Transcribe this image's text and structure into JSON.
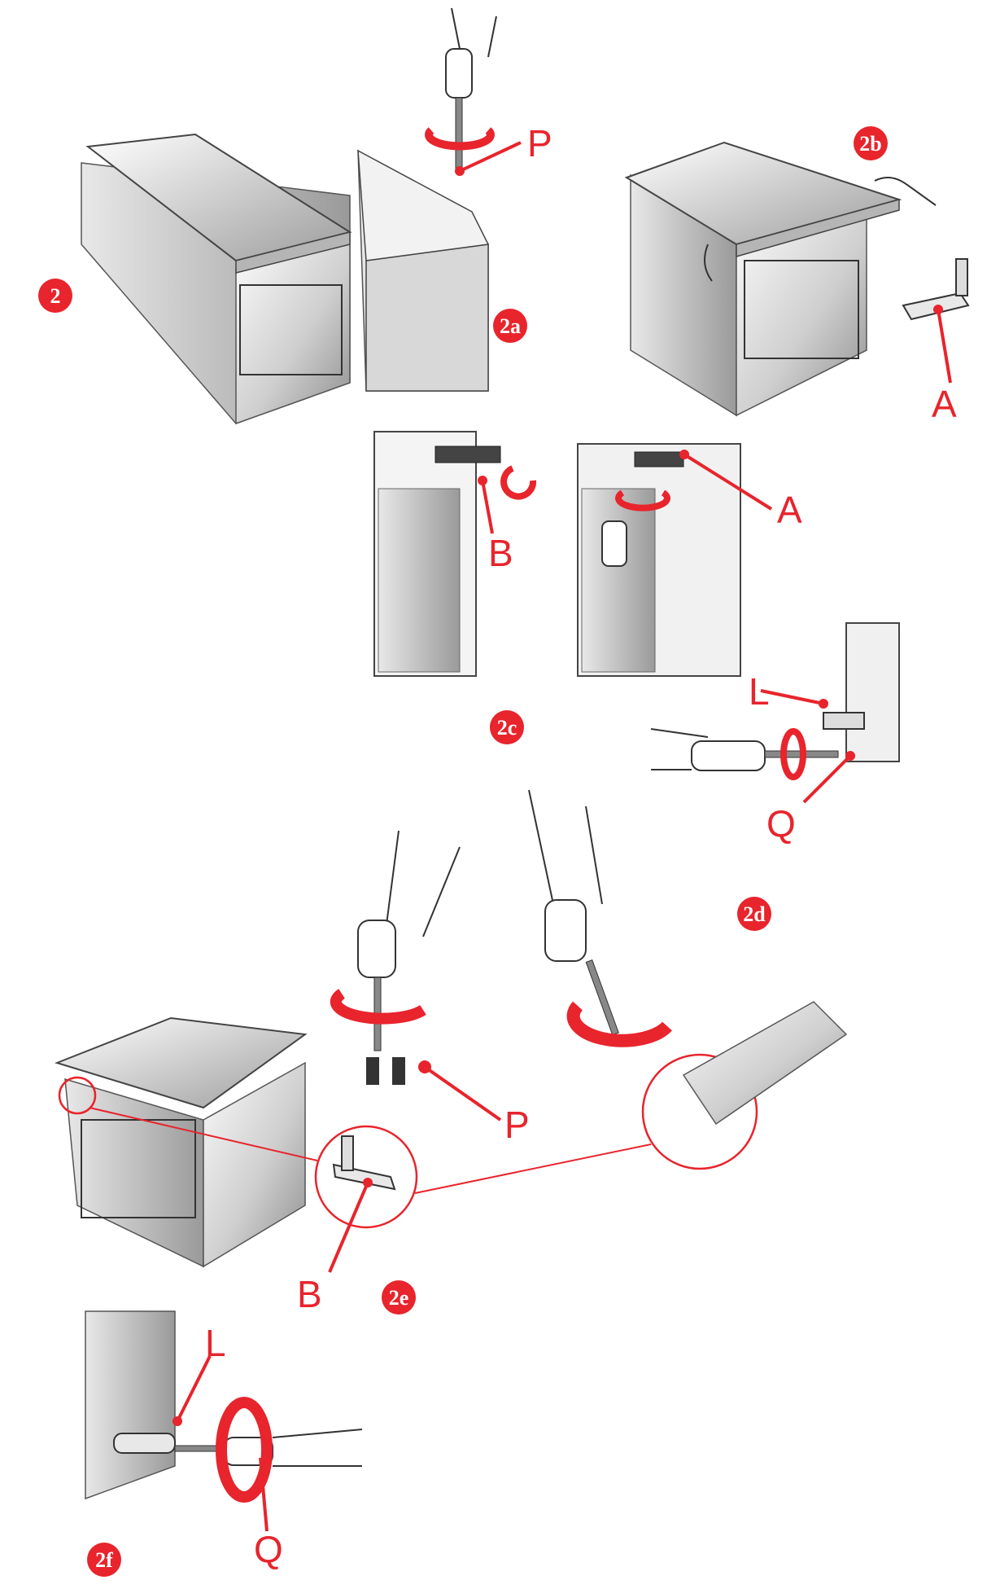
{
  "colors": {
    "accent": "#e8242c",
    "accent_light": "#f6b5ae",
    "line": "#333333",
    "steel_light": "#f2f2f2",
    "steel_mid": "#c8c8c8",
    "steel_dark": "#8a8a8a"
  },
  "steps": {
    "s2": "2",
    "s2a": "2a",
    "s2b": "2b",
    "s2c": "2c",
    "s2d": "2d",
    "s2e": "2e",
    "s2f": "2f"
  },
  "labels": {
    "p_top": "P",
    "a_bracket": "A",
    "a_mount": "A",
    "b_mount": "B",
    "l_mount": "L",
    "q_mount": "Q",
    "p_screws": "P",
    "b_detail": "B",
    "l_bottom": "L",
    "q_bottom": "Q"
  }
}
